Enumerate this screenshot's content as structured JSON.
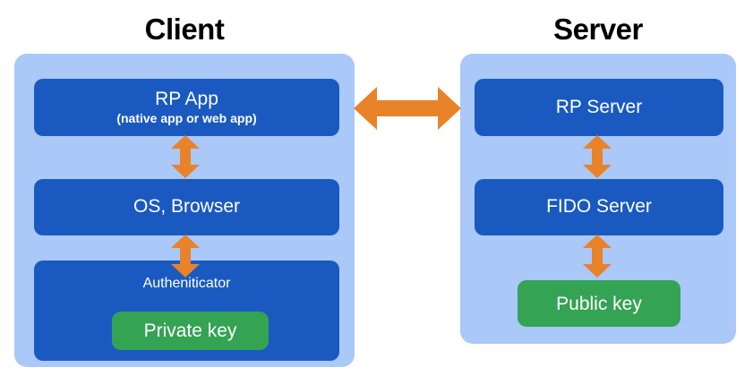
{
  "diagram": {
    "title": "FIDO / WebAuthn client-server architecture",
    "background_color": "#ffffff"
  },
  "colors": {
    "panel_light_blue": "#aac8f8",
    "box_dark_blue": "#1a5ac0",
    "key_green": "#34a353",
    "arrow_orange": "#e8832a",
    "title_black": "#000000",
    "box_text_white": "#ffffff"
  },
  "columns": [
    {
      "id": "client",
      "title": "Client",
      "boxes": [
        {
          "id": "rp-app",
          "title": "RP App",
          "subtitle": "(native app or web app)"
        },
        {
          "id": "os-browser",
          "title": "OS, Browser"
        },
        {
          "id": "authenticator",
          "title": "Autheniticator",
          "key": {
            "id": "private-key",
            "label": "Private key",
            "color": "#34a353"
          }
        }
      ]
    },
    {
      "id": "server",
      "title": "Server",
      "boxes": [
        {
          "id": "rp-server",
          "title": "RP Server"
        },
        {
          "id": "fido-server",
          "title": "FIDO Server"
        }
      ],
      "key": {
        "id": "public-key",
        "label": "Public key",
        "color": "#34a353"
      }
    }
  ],
  "arrows": [
    {
      "id": "client-vertical-1",
      "direction": "bidirectional-vertical",
      "from": "rp-app",
      "to": "os-browser",
      "color": "#e8832a"
    },
    {
      "id": "client-vertical-2",
      "direction": "bidirectional-vertical",
      "from": "os-browser",
      "to": "authenticator",
      "color": "#e8832a"
    },
    {
      "id": "client-server",
      "direction": "bidirectional-horizontal",
      "from": "rp-app",
      "to": "rp-server",
      "color": "#e8832a"
    },
    {
      "id": "server-vertical-1",
      "direction": "bidirectional-vertical",
      "from": "rp-server",
      "to": "fido-server",
      "color": "#e8832a"
    },
    {
      "id": "server-vertical-2",
      "direction": "bidirectional-vertical",
      "from": "fido-server",
      "to": "public-key",
      "color": "#e8832a"
    }
  ]
}
